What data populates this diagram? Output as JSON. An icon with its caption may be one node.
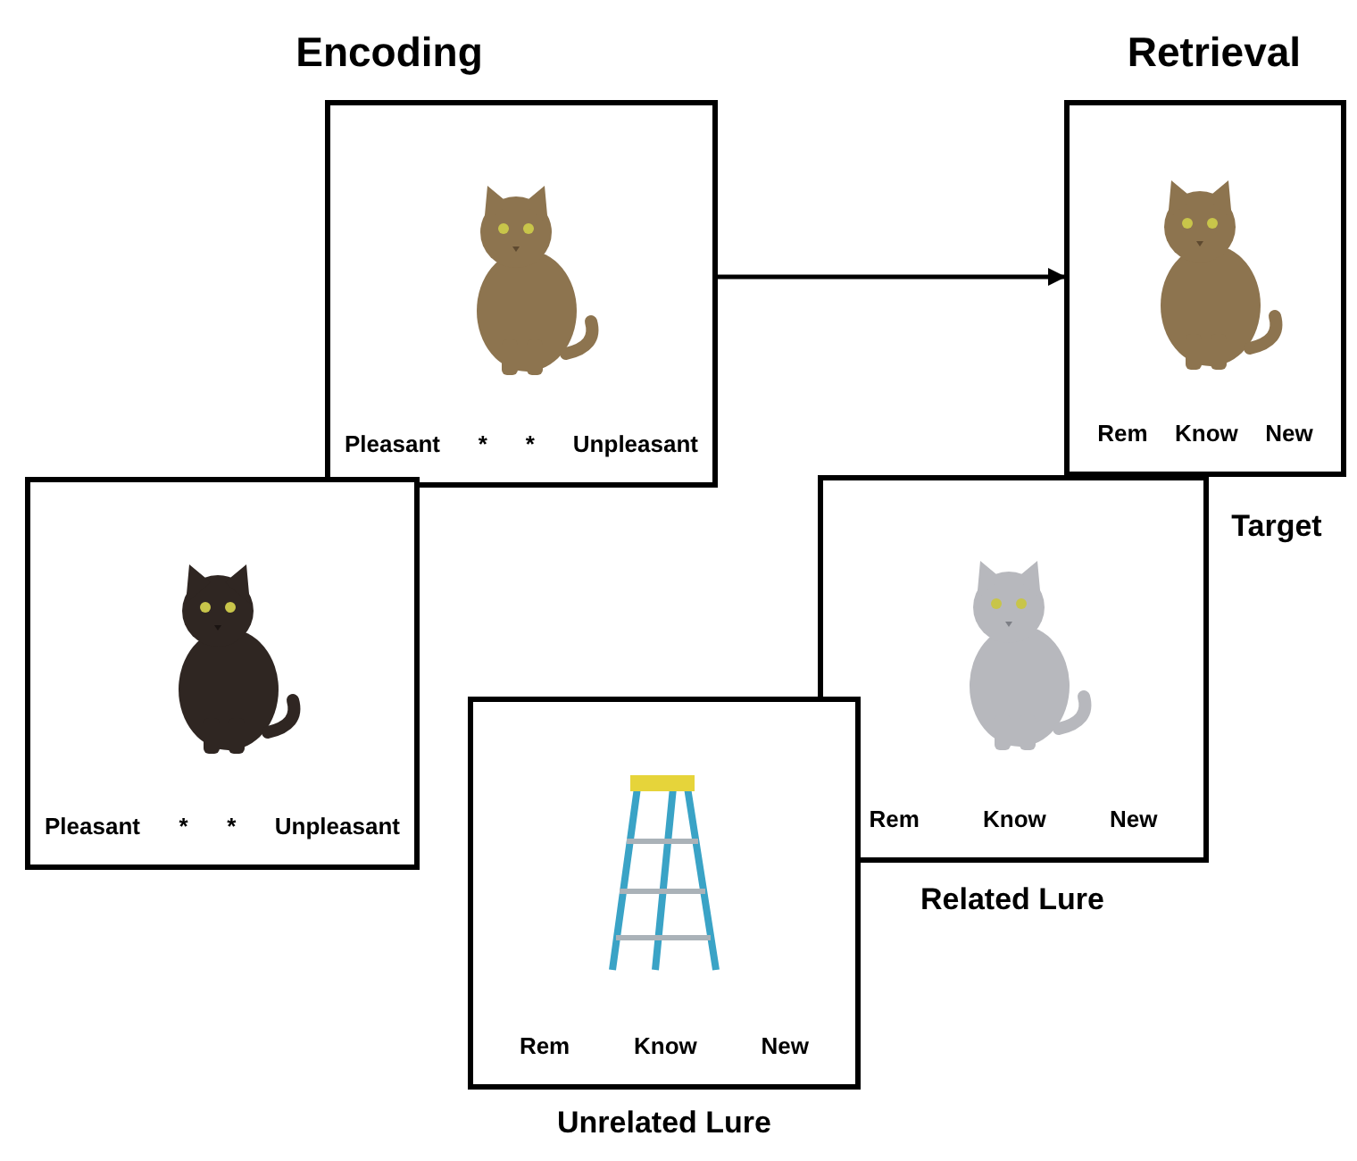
{
  "diagram": {
    "nodes": [
      {
        "text": [
          "Pleasant",
          "*",
          "*",
          "Unpleasant"
        ]
      },
      {
        "text": [
          "Rem",
          "Know",
          "New"
        ],
        "beside": [
          "Target"
        ]
      },
      {
        "text": [
          "Pleasant",
          "*",
          "*",
          "Unpleasant"
        ]
      },
      {
        "text": [
          "Rem",
          "Know",
          "New"
        ],
        "beside": [
          "Related Lure"
        ]
      },
      {
        "text": [
          "Rem",
          "Know",
          "New"
        ],
        "beside": [
          "Unrelated Lure"
        ]
      }
    ],
    "edges": [
      {
        "from": 0,
        "to": 1,
        "arrow": "to"
      }
    ],
    "labels": [
      "Encoding",
      "Retrieval"
    ]
  }
}
